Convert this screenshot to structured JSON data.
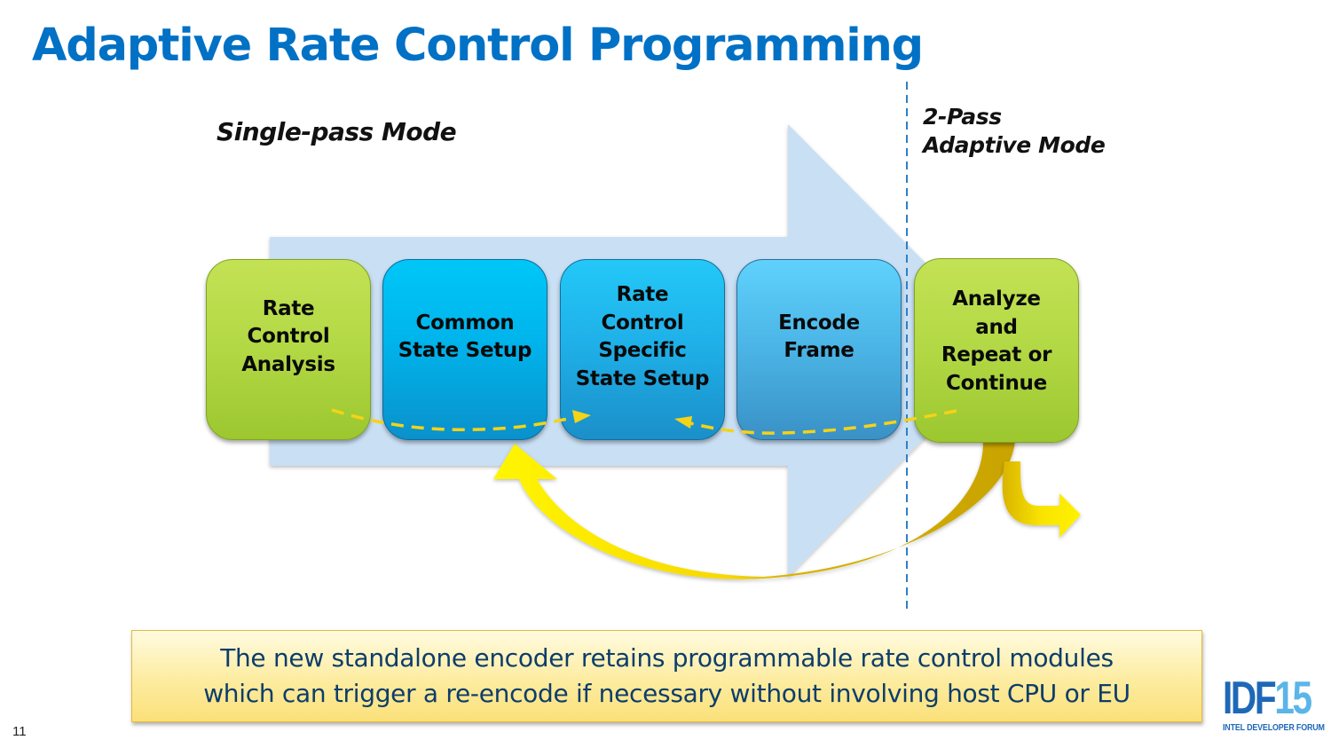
{
  "slide": {
    "title": "Adaptive Rate Control Programming",
    "page_number": "11"
  },
  "modes": {
    "single_pass": "Single-pass Mode",
    "two_pass_line1": "2-Pass",
    "two_pass_line2": "Adaptive Mode"
  },
  "steps": [
    {
      "label": "Rate\nControl\nAnalysis",
      "color": "#b2d844",
      "group": "single-pass"
    },
    {
      "label": "Common\nState Setup",
      "color": "#00b4ec",
      "group": "single-pass"
    },
    {
      "label": "Rate\nControl\nSpecific\nState Setup",
      "color": "#1fb1e9",
      "group": "single-pass"
    },
    {
      "label": "Encode\nFrame",
      "color": "#4cb7e8",
      "group": "single-pass"
    },
    {
      "label": "Analyze\nand\nRepeat or\nContinue",
      "color": "#b2d844",
      "group": "two-pass"
    }
  ],
  "connectors": [
    {
      "from": "Rate Control Analysis",
      "to": "Rate Control Specific State Setup",
      "style": "dashed-yellow"
    },
    {
      "from": "Analyze and Repeat or Continue",
      "to": "Rate Control Specific State Setup",
      "style": "dashed-yellow"
    },
    {
      "from": "Analyze and Repeat or Continue",
      "to": "Common State Setup",
      "style": "curved-yellow-arrow",
      "meaning": "repeat"
    },
    {
      "from": "Analyze and Repeat or Continue",
      "to": "next",
      "style": "bent-yellow-arrow",
      "meaning": "continue"
    }
  ],
  "callout": {
    "text": "The new standalone encoder retains programmable rate control modules\nwhich can trigger a re-encode if necessary without involving host CPU or EU"
  },
  "logo": {
    "idf": "IDF",
    "year": "15",
    "subtitle": "INTEL DEVELOPER FORUM"
  },
  "colors": {
    "title": "#0071c5",
    "big_arrow": "#c9dff4",
    "divider": "#2f7fc6",
    "connector": "#f5d317",
    "callout_text": "#0d3d6b"
  }
}
